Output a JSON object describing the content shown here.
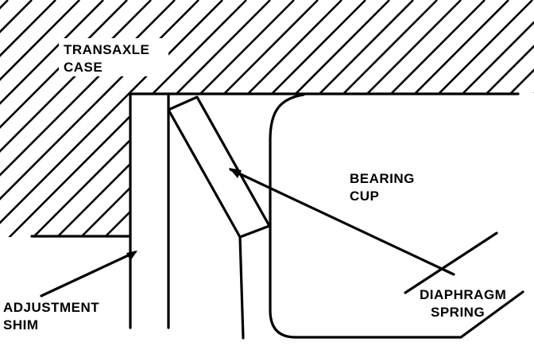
{
  "labels": {
    "transaxle_case": [
      "TRANSAXLE",
      "CASE"
    ],
    "bearing_cup": [
      "BEARING",
      "CUP"
    ],
    "diaphragm_spring": [
      "DIAPHRAGM",
      "SPRING"
    ],
    "adjustment_shim": [
      "ADJUSTMENT",
      "SHIM"
    ]
  }
}
